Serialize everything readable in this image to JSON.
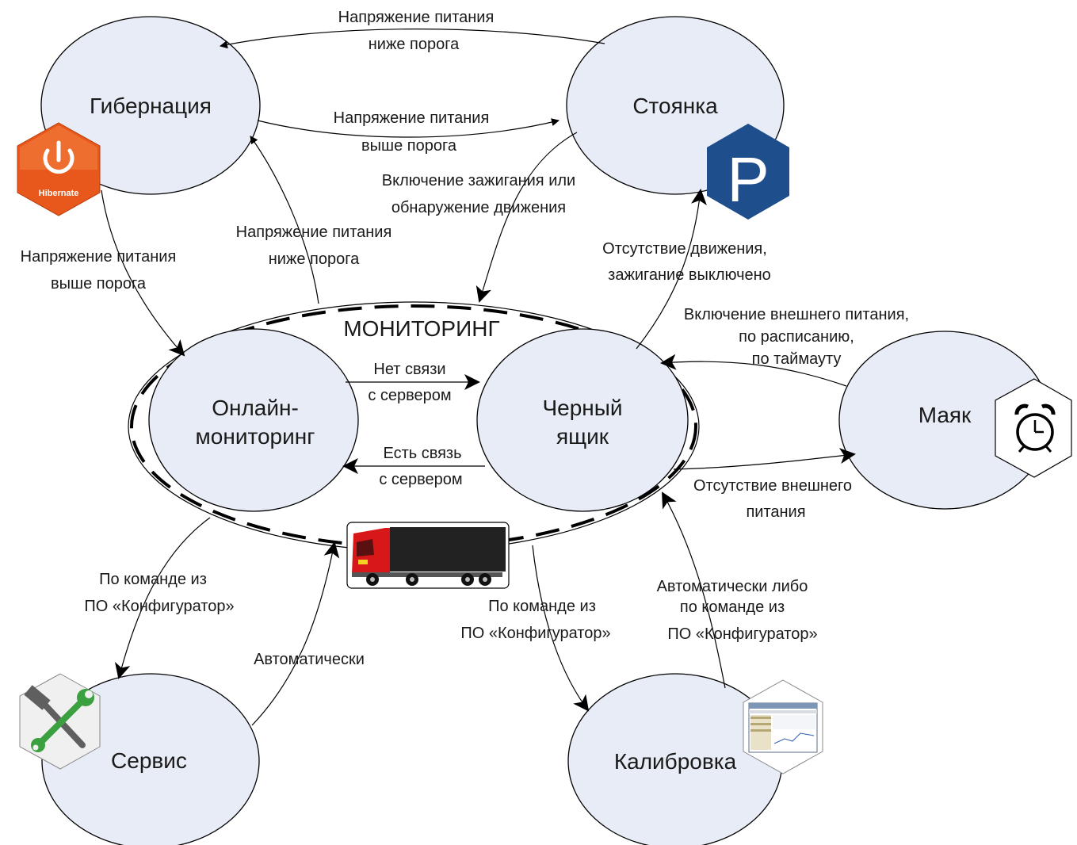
{
  "states": {
    "hibernation": "Гибернация",
    "parking": "Стоянка",
    "monitoring": "МОНИТОРИНГ",
    "online_line1": "Онлайн-",
    "online_line2": "мониторинг",
    "blackbox_line1": "Черный",
    "blackbox_line2": "ящик",
    "beacon": "Маяк",
    "service": "Сервис",
    "calibration": "Калибровка"
  },
  "transitions": {
    "park_to_hib": [
      "Напряжение питания",
      "ниже порога"
    ],
    "hib_to_park": [
      "Напряжение питания",
      "выше порога"
    ],
    "park_to_mon": [
      "Включение зажигания или",
      "обнаружение движения"
    ],
    "mon_to_hib": [
      "Напряжение питания",
      "ниже порога"
    ],
    "hib_to_mon": [
      "Напряжение питания",
      "выше порога"
    ],
    "mon_to_park": [
      "Отсутствие движения,",
      "зажигание выключено"
    ],
    "beacon_to_mon": [
      "Включение внешнего питания,",
      "по расписанию,",
      "по таймауту"
    ],
    "online_to_bb": [
      "Нет связи",
      "с сервером"
    ],
    "bb_to_online": [
      "Есть связь",
      "с сервером"
    ],
    "mon_to_beacon": [
      "Отсутствие внешнего",
      "питания"
    ],
    "mon_to_service": [
      "По команде из",
      "ПО «Конфигуратор»"
    ],
    "service_to_mon": [
      "Автоматически"
    ],
    "mon_to_calib": [
      "По команде из",
      "ПО «Конфигуратор»"
    ],
    "calib_to_mon": [
      "Автоматически либо",
      "по команде из",
      "ПО «Конфигуратор»"
    ]
  },
  "icons": {
    "hibernate_text": "Hibernate",
    "hibernate_color": "#e8581c",
    "parking_letter": "P",
    "parking_color": "#1f4e8c",
    "service_icon": "hammer-wrench-icon",
    "alarm_icon": "alarm-clock-icon",
    "calibration_icon": "software-screenshot-icon",
    "truck_icon": "truck-icon"
  }
}
